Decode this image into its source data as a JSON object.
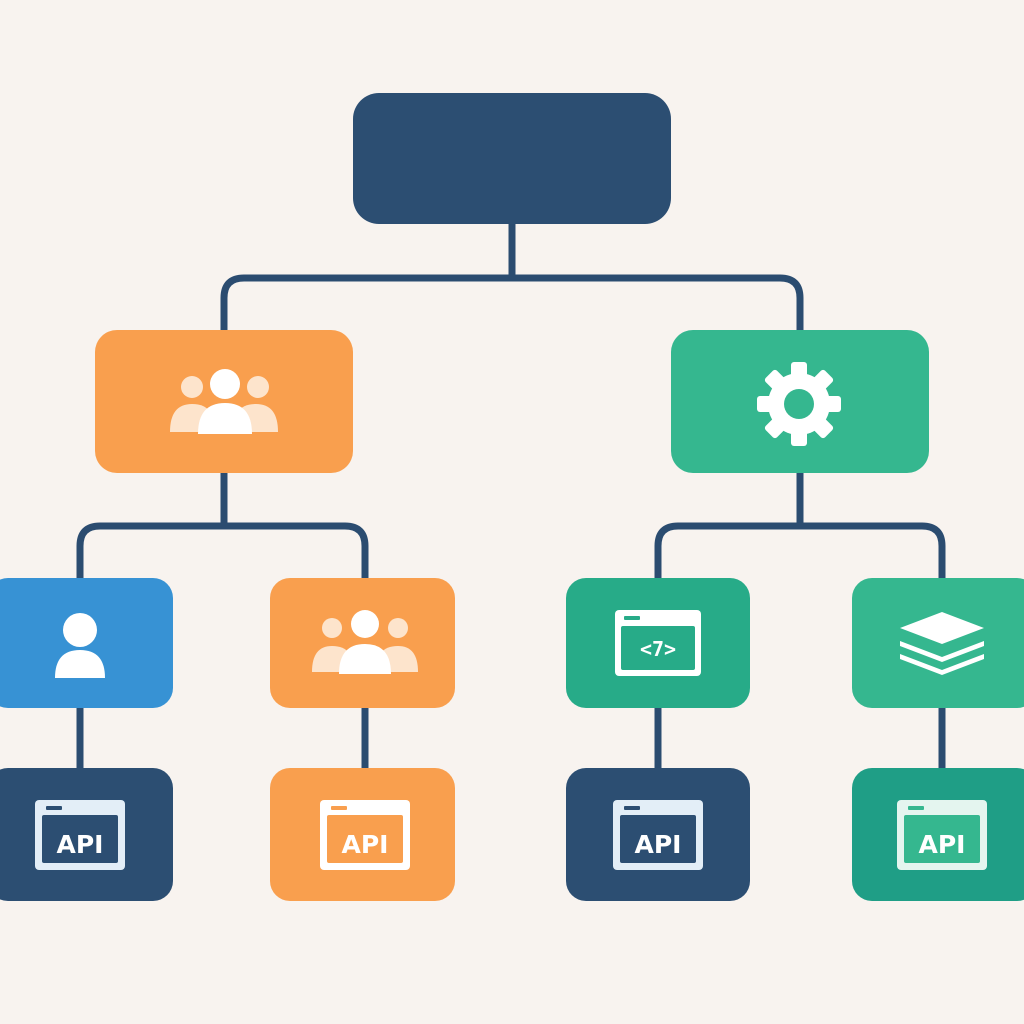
{
  "diagram": {
    "colors": {
      "background": "#f8f3ef",
      "connector": "#2b4c70",
      "navy": "#2c4e72",
      "orange": "#f99f4e",
      "green": "#35b78f",
      "blue": "#3792d4",
      "teal": "#1f9e86",
      "icon": "#ffffff"
    },
    "nodes": [
      {
        "id": "root",
        "color": "navy",
        "icon": "none"
      },
      {
        "id": "group-left",
        "color": "orange",
        "icon": "users-icon"
      },
      {
        "id": "group-right",
        "color": "green",
        "icon": "gear-icon"
      },
      {
        "id": "user",
        "color": "blue",
        "icon": "user-icon"
      },
      {
        "id": "team",
        "color": "orange",
        "icon": "users-icon"
      },
      {
        "id": "code",
        "color": "green",
        "icon": "code-window-icon",
        "icon_text": "<7>"
      },
      {
        "id": "layers",
        "color": "green",
        "icon": "layers-icon"
      },
      {
        "id": "api-1",
        "color": "navy",
        "icon": "api-card-icon",
        "label": "API"
      },
      {
        "id": "api-2",
        "color": "orange",
        "icon": "api-card-icon",
        "label": "API"
      },
      {
        "id": "api-3",
        "color": "navy",
        "icon": "api-card-icon",
        "label": "API"
      },
      {
        "id": "api-4",
        "color": "teal",
        "icon": "api-card-icon",
        "label": "API"
      }
    ]
  }
}
